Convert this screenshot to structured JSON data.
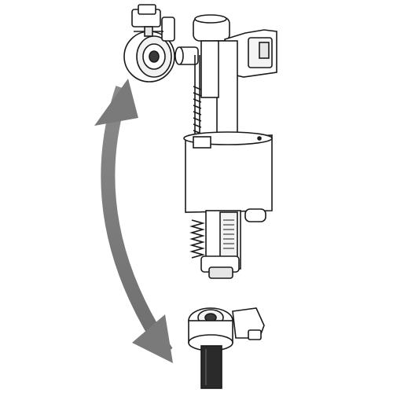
{
  "figure": {
    "parts": [
      {
        "id": "top-inlet-fitting",
        "name": "inlet-fitting-top"
      },
      {
        "id": "fill-valve-body",
        "name": "fill-valve-body"
      },
      {
        "id": "bottom-inlet-fitting",
        "name": "inlet-fitting-bottom"
      }
    ],
    "arrow": {
      "name": "relocation-arrow",
      "color": "#7a7a7a"
    },
    "colors": {
      "line": "#1a1a1a",
      "fill": "#ffffff",
      "shade": "#e6e6e6",
      "dark": "#3a3a3a"
    }
  }
}
